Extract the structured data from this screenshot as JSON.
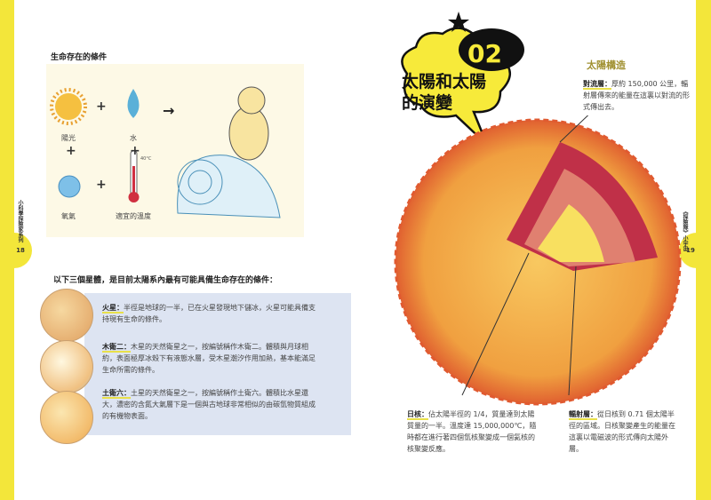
{
  "left_page": {
    "page_number": "18",
    "side_text": "小科學探險家系列",
    "conditions_heading": "生命存在的條件",
    "conditions": [
      "陽光",
      "水",
      "氧氣",
      "適宜的溫度"
    ],
    "thermometer_label": "40°C",
    "planets_heading": "以下三個星體，是目前太陽系內最有可能具備生命存在的條件：",
    "planets": [
      {
        "name": "火星：",
        "text": "半徑是地球的一半，已在火星發現地下儲冰，火星可能具備支持現有生命的條件。",
        "color": "#e8a860"
      },
      {
        "name": "木衛二：",
        "text": "木星的天然衛星之一，按編號稱作木衛二。體積與月球相約，表面極厚冰殼下有液態水層，受木星潮汐作用加熱，基本能滿足生命所需的條件。",
        "color": "#f3e0b0"
      },
      {
        "name": "土衛六：",
        "text": "土星的天然衛星之一，按編號稱作土衛六。體積比水星還大，濃密的含氮大氣層下是一個與古地球非常相似的由碳氫物質組成的有機物表面。",
        "color": "#f0b860"
      }
    ]
  },
  "right_page": {
    "page_number": "19",
    "side_text": "《探險隊》小宇宙",
    "chapter_number": "02",
    "chapter_title": [
      "太陽和太陽",
      "的演變"
    ],
    "structure_heading": "太陽構造",
    "layers": [
      {
        "name": "對流層：",
        "text": "厚約 150,000 公里，輻射層傳來的能量在這裏以對流的形式傳出去。"
      },
      {
        "name": "日核：",
        "text": "佔太陽半徑的 1/4，質量達到太陽質量的一半。溫度達 15,000,000℃，隨時都在進行著四個氫核聚變成一個氦核的核聚變反應。"
      },
      {
        "name": "輻射層：",
        "text": "從日核到 0.71 個太陽半徑的區域。日核聚變產生的能量在這裏以電磁波的形式傳向太陽外層。"
      }
    ]
  },
  "colors": {
    "accent_yellow": "#f3e63a",
    "sun_orange": "#f0a040"
  }
}
